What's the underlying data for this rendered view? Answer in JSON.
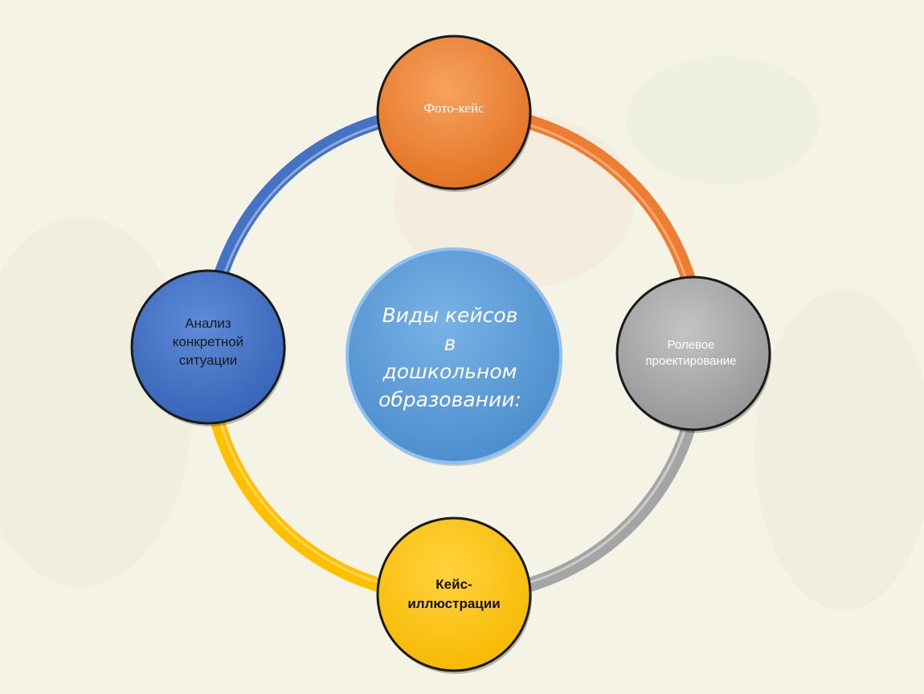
{
  "diagram": {
    "center": {
      "label": "Виды кейсов\nв\nдошкольном\nобразовании:",
      "color": "#5b9bd5"
    },
    "nodes": [
      {
        "id": "top",
        "label": "Фото-кейс",
        "color": "#ed7d31"
      },
      {
        "id": "right",
        "label": "Ролевое\nпроектирование",
        "color": "#a5a5a5"
      },
      {
        "id": "bottom",
        "label": "Кейс-\nиллюстрации",
        "color": "#ffc000"
      },
      {
        "id": "left",
        "label": "Анализ\nконкретной\nситуации",
        "color": "#4472c4"
      }
    ],
    "arcs": [
      {
        "from": "top",
        "to": "right",
        "color": "#ed7d31"
      },
      {
        "from": "right",
        "to": "bottom",
        "color": "#a5a5a5"
      },
      {
        "from": "bottom",
        "to": "left",
        "color": "#ffc000"
      },
      {
        "from": "left",
        "to": "top",
        "color": "#4472c4"
      }
    ]
  }
}
